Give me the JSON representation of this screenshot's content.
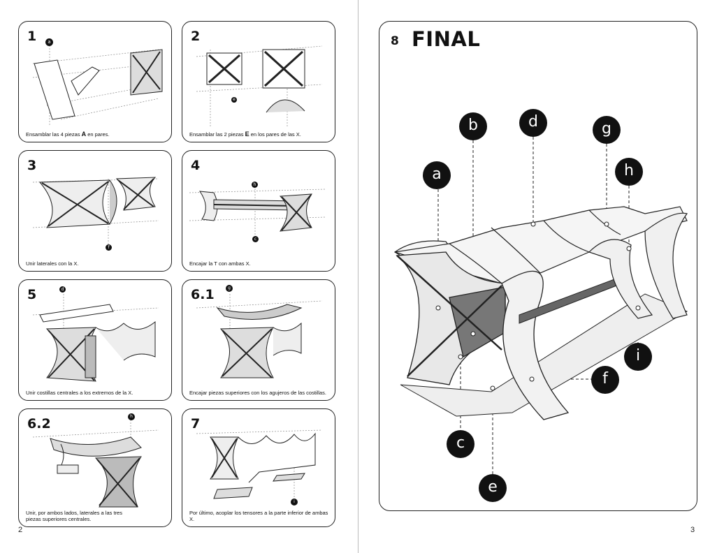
{
  "left_page": {
    "page_number": "2",
    "steps": [
      {
        "number": "1",
        "caption_parts": [
          "Ensamblar las 4 piezas ",
          "A",
          " en pares."
        ],
        "markers": [
          "a"
        ]
      },
      {
        "number": "2",
        "caption_parts": [
          "Ensamblar las 2 piezas ",
          "E",
          " en los pares de las X."
        ],
        "markers": [
          "e"
        ]
      },
      {
        "number": "3",
        "caption": "Unir laterales con la X.",
        "markers": [
          "f"
        ]
      },
      {
        "number": "4",
        "caption": "Encajar la T con ambas X.",
        "markers": [
          "h",
          "c"
        ]
      },
      {
        "number": "5",
        "caption": "Unir costillas centrales a los extremos de la X.",
        "markers": [
          "d"
        ]
      },
      {
        "number": "6.1",
        "caption": "Encajar piezas superiores con los agujeros de las costillas.",
        "markers": [
          "g"
        ]
      },
      {
        "number": "6.2",
        "caption": "Unir, por ambos lados, laterales a las tres piezas superiores centrales.",
        "markers": [
          "h"
        ]
      },
      {
        "number": "7",
        "caption": "Por último, acoplar los tensores a la parte inferior de ambas X.",
        "markers": [
          "i"
        ]
      }
    ]
  },
  "right_page": {
    "page_number": "3",
    "step_number": "8",
    "title": "FINAL",
    "callouts": [
      "a",
      "b",
      "c",
      "d",
      "e",
      "f",
      "g",
      "h",
      "i"
    ]
  }
}
